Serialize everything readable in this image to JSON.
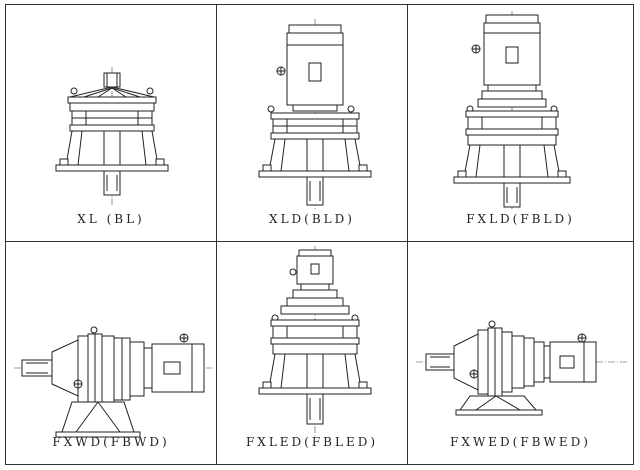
{
  "title": "",
  "diagrams": [
    {
      "id": "xl",
      "label": "XL (BL)"
    },
    {
      "id": "xld",
      "label": "XLD(BLD)"
    },
    {
      "id": "fxld",
      "label": "FXLD(FBLD)"
    },
    {
      "id": "fxwd",
      "label": "FXWD(FBWD)"
    },
    {
      "id": "fxled",
      "label": "FXLED(FBLED)"
    },
    {
      "id": "fxwed",
      "label": "FXWED(FBWED)"
    }
  ],
  "colors": {
    "line": "#222222",
    "background": "#ffffff"
  }
}
